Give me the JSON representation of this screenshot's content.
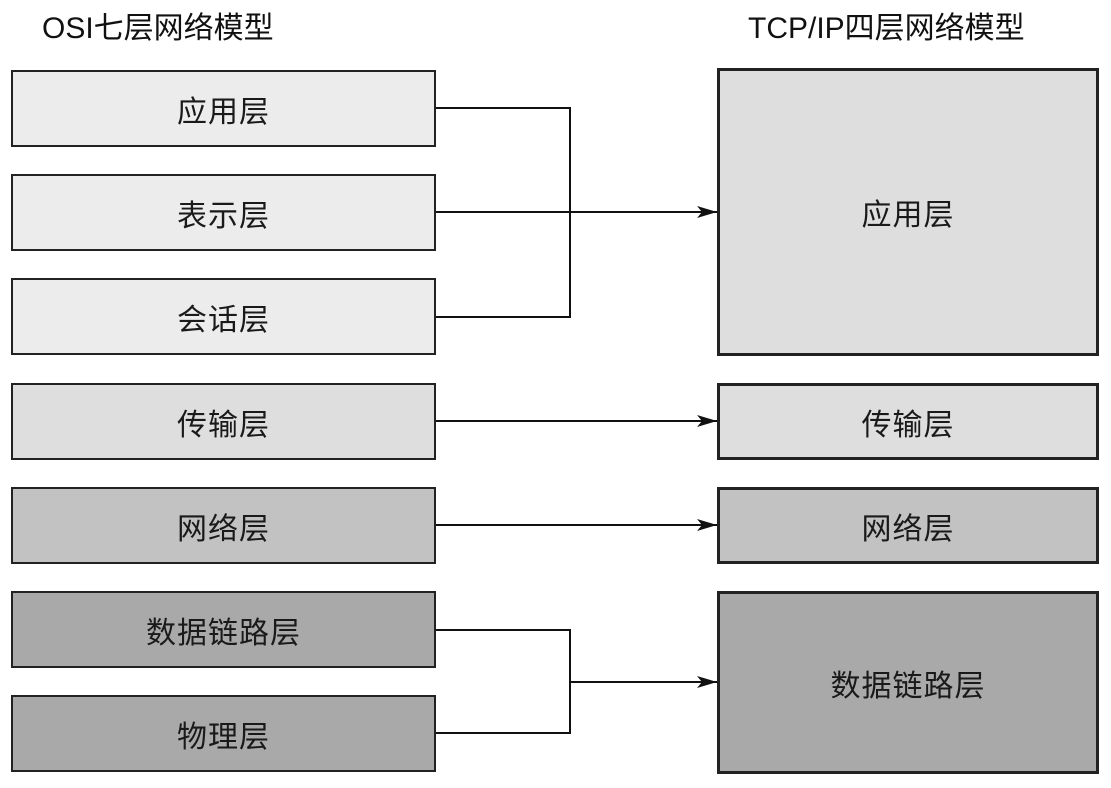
{
  "headings": {
    "osi": "OSI七层网络模型",
    "tcpip": "TCP/IP四层网络模型"
  },
  "osi_layers": [
    {
      "label": "应用层"
    },
    {
      "label": "表示层"
    },
    {
      "label": "会话层"
    },
    {
      "label": "传输层"
    },
    {
      "label": "网络层"
    },
    {
      "label": "数据链路层"
    },
    {
      "label": "物理层"
    }
  ],
  "tcpip_layers": [
    {
      "label": "应用层",
      "maps_from": [
        "应用层",
        "表示层",
        "会话层"
      ]
    },
    {
      "label": "传输层",
      "maps_from": [
        "传输层"
      ]
    },
    {
      "label": "网络层",
      "maps_from": [
        "网络层"
      ]
    },
    {
      "label": "数据链路层",
      "maps_from": [
        "数据链路层",
        "物理层"
      ]
    }
  ],
  "colors": {
    "upper_layers_fill": "#ececec",
    "transport_fill": "#dedede",
    "network_fill": "#c2c2c2",
    "link_fill": "#a9a9a9",
    "border": "#222222",
    "connector": "#111111"
  }
}
